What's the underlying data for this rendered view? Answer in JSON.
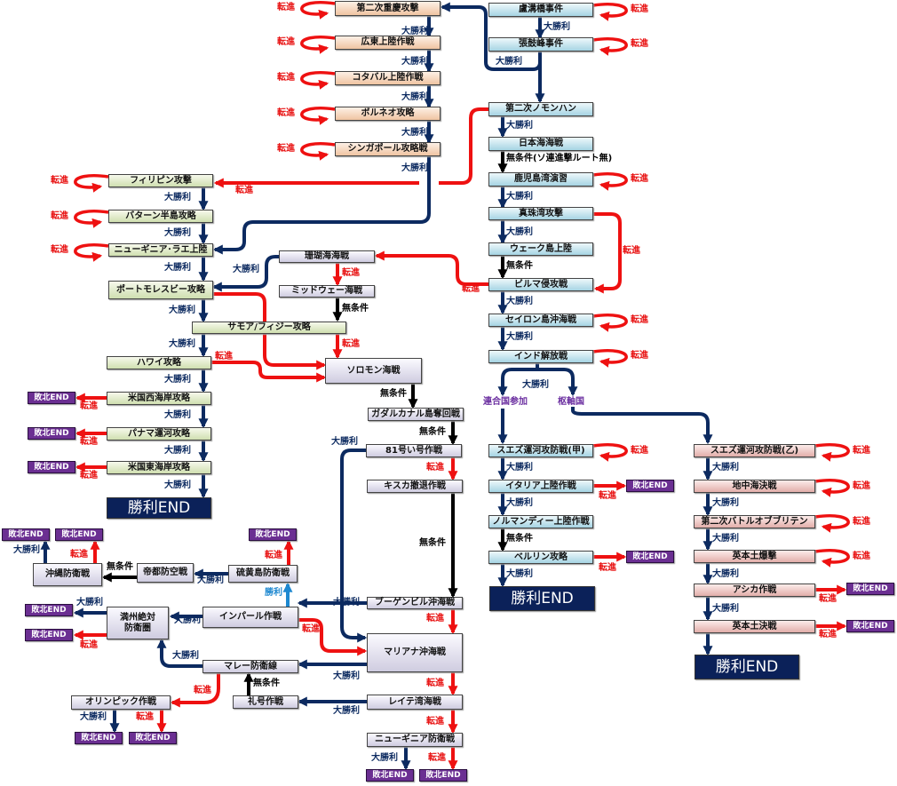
{
  "nodes": {
    "chongqing": "第二次重慶攻撃",
    "canton": "広東上陸作戦",
    "kotabharu": "コタバル上陸作戦",
    "borneo": "ボルネオ攻略",
    "singapore": "シンガポール攻略戦",
    "lugou": "盧溝橋事件",
    "zhanggufeng": "張鼓峰事件",
    "nomonhan": "第二次ノモンハン",
    "tsushima": "日本海海戦",
    "kagoshima": "鹿児島湾演習",
    "pearl": "真珠湾攻撃",
    "wake": "ウェーク島上陸",
    "burma": "ビルマ侵攻戦",
    "ceylon": "セイロン島沖海戦",
    "india": "インド解放戦",
    "suez_a": "スエズ運河攻防戦(甲)",
    "italy": "イタリア上陸作戦",
    "normandy": "ノルマンディー上陸作戦",
    "berlin": "ベルリン攻略",
    "suez_b": "スエズ運河攻防戦(乙)",
    "med": "地中海決戦",
    "bob": "第二次バトルオブブリテン",
    "ukbomb": "英本土爆撃",
    "sealion": "アシカ作戦",
    "ukfinal": "英本土決戦",
    "philippines": "フィリピン攻撃",
    "bataan": "バターン半島攻略",
    "lae": "ニューギニア･ラエ上陸",
    "moresby": "ポートモレスビー攻略",
    "samoa": "サモア/フィジー攻略",
    "hawaii": "ハワイ攻略",
    "uswest": "米国西海岸攻略",
    "panama": "パナマ運河攻略",
    "useast": "米国東海岸攻略",
    "coral": "珊瑚海海戦",
    "midway": "ミッドウェー海戦",
    "solomon": "ソロモン海戦",
    "guadalcanal": "ガダルカナル島奪回戦",
    "op81": "81号い号作戦",
    "kiska": "キスカ撤退作戦",
    "bougainville": "ブーゲンビル沖海戦",
    "mariana": "マリアナ沖海戦",
    "leyte": "レイテ湾海戦",
    "ngdef": "ニューギニア防衛戦",
    "okinawa": "沖縄防衛戦",
    "teito": "帝都防空戦",
    "iwojima": "硫黄島防衛戦",
    "manchuria": "満州絶対\n防衛圏",
    "imphal": "インパール作戦",
    "malay": "マレー防衛線",
    "reigo": "礼号作戦",
    "olympic": "オリンピック作戦"
  },
  "defeat_label": "敗北END",
  "victory_label": "勝利END",
  "edge_labels": [
    "転進",
    "大勝利",
    "転進",
    "大勝利",
    "転進",
    "大勝利",
    "転進",
    "大勝利",
    "転進",
    "大勝利",
    "転進",
    "大勝利",
    "転進",
    "大勝利",
    "大勝利",
    "無条件(ソ連進撃ルート無)",
    "転進",
    "大勝利",
    "大勝利",
    "転進",
    "無条件",
    "転進",
    "大勝利",
    "転進",
    "大勝利",
    "転進",
    "大勝利",
    "連合国参加",
    "枢軸国",
    "転進",
    "大勝利",
    "転進",
    "大勝利",
    "無条件",
    "転進",
    "大勝利",
    "転進",
    "大勝利",
    "転進",
    "大勝利",
    "転進",
    "大勝利",
    "転進",
    "大勝利",
    "転進",
    "大勝利",
    "転進",
    "転進",
    "転進",
    "大勝利",
    "転進",
    "大勝利",
    "転進",
    "大勝利",
    "大勝利",
    "転進",
    "大勝利",
    "無条件",
    "大勝利",
    "転進",
    "転進",
    "大勝利",
    "転進",
    "大勝利",
    "転進",
    "大勝利",
    "転進",
    "大勝利",
    "無条件",
    "無条件",
    "大勝利",
    "転進",
    "無条件",
    "大勝利",
    "転進",
    "転進",
    "大勝利",
    "転進",
    "大勝利",
    "転進",
    "大勝利",
    "転進",
    "大勝利",
    "転進",
    "転進",
    "無条件",
    "大勝利",
    "勝利",
    "大勝利",
    "大勝利",
    "転進",
    "大勝利",
    "無条件",
    "転進",
    "大勝利",
    "転進"
  ],
  "colors": {
    "victory_arrow": "#0c2a60",
    "retreat_arrow": "#ee1111",
    "unconditional_arrow": "#000000",
    "win_arrow": "#1e88d0",
    "defeat": "#6b2f92",
    "victory": "#0b2159"
  }
}
